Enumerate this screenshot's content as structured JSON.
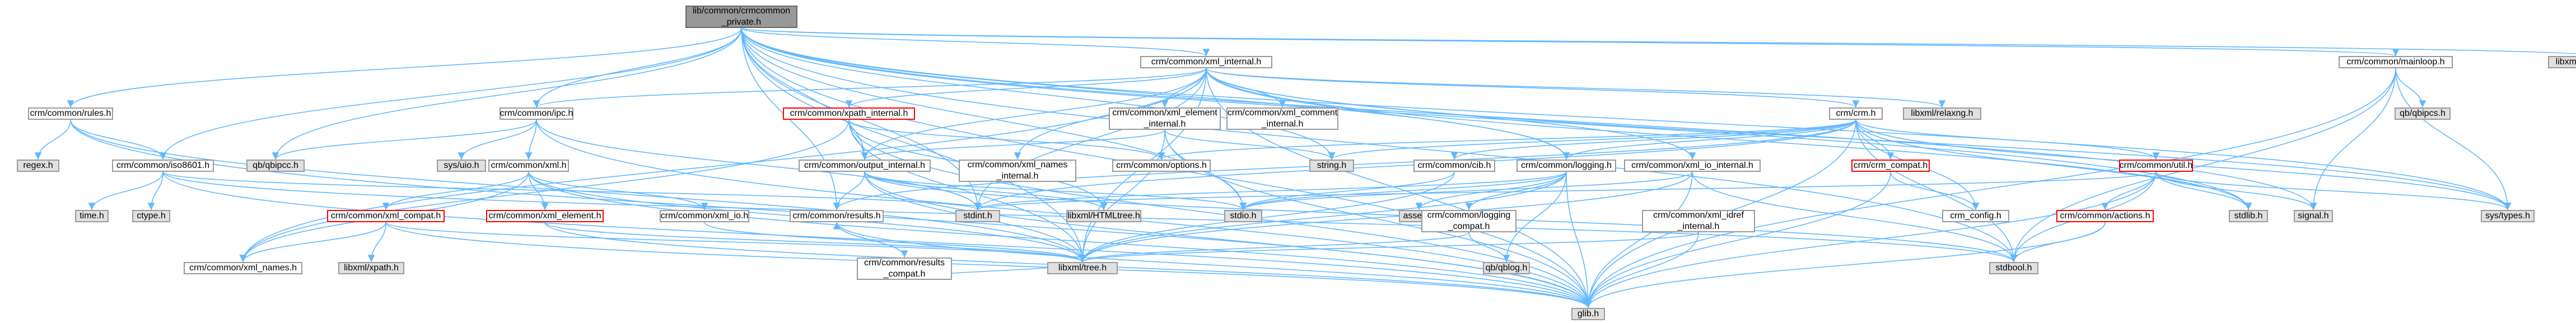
{
  "graph": {
    "nodes": {
      "root": "lib/common/crmcommon\n_private.h",
      "xml_internal": "crm/common/xml_internal.h",
      "mainloop": "crm/common/mainloop.h",
      "libxml_string": "libxml/xmlstring.h",
      "rules": "crm/common/rules.h",
      "ipc": "crm/common/ipc.h",
      "xpath_internal": "crm/common/xpath_internal.h",
      "xml_element_internal": "crm/common/xml_element\n_internal.h",
      "xml_comment_internal": "crm/common/xml_comment\n_internal.h",
      "crm": "crm/crm.h",
      "relaxng": "libxml/relaxng.h",
      "qb_ipcs": "qb/qbipcs.h",
      "regex": "regex.h",
      "iso8601": "crm/common/iso8601.h",
      "qb_ipcc": "qb/qbipcc.h",
      "sys_uio": "sys/uio.h",
      "xml": "crm/common/xml.h",
      "output_internal": "crm/common/output_internal.h",
      "xml_names_internal": "crm/common/xml_names\n_internal.h",
      "options": "crm/common/options.h",
      "string": "string.h",
      "cib": "crm/common/cib.h",
      "logging": "crm/common/logging.h",
      "xml_io_internal": "crm/common/xml_io_internal.h",
      "crm_compat": "crm/crm_compat.h",
      "util": "crm/common/util.h",
      "time": "time.h",
      "ctype": "ctype.h",
      "xml_compat": "crm/common/xml_compat.h",
      "xml_element": "crm/common/xml_element.h",
      "xml_io": "crm/common/xml_io.h",
      "stdint": "stdint.h",
      "results": "crm/common/results.h",
      "html_tree": "libxml/HTMLtree.h",
      "assert": "assert.h",
      "logging_compat": "crm/common/logging\n_compat.h",
      "xml_idref_internal": "crm/common/xml_idref\n_internal.h",
      "crm_config": "crm_config.h",
      "actions": "crm/common/actions.h",
      "stdio": "stdio.h",
      "stdlib": "stdlib.h",
      "signal": "signal.h",
      "sys_types": "sys/types.h",
      "xml_names": "crm/common/xml_names.h",
      "libxml_xpath": "libxml/xpath.h",
      "results_compat": "crm/common/results\n_compat.h",
      "libxml_tree": "libxml/tree.h",
      "qblog": "qb/qblog.h",
      "stdbool": "stdbool.h",
      "glib": "glib.h"
    },
    "colors": {
      "edge": "#63b8ff",
      "edge_red": "#ff0000",
      "border": "#999999",
      "system_fill": "#e0e0e0"
    }
  }
}
